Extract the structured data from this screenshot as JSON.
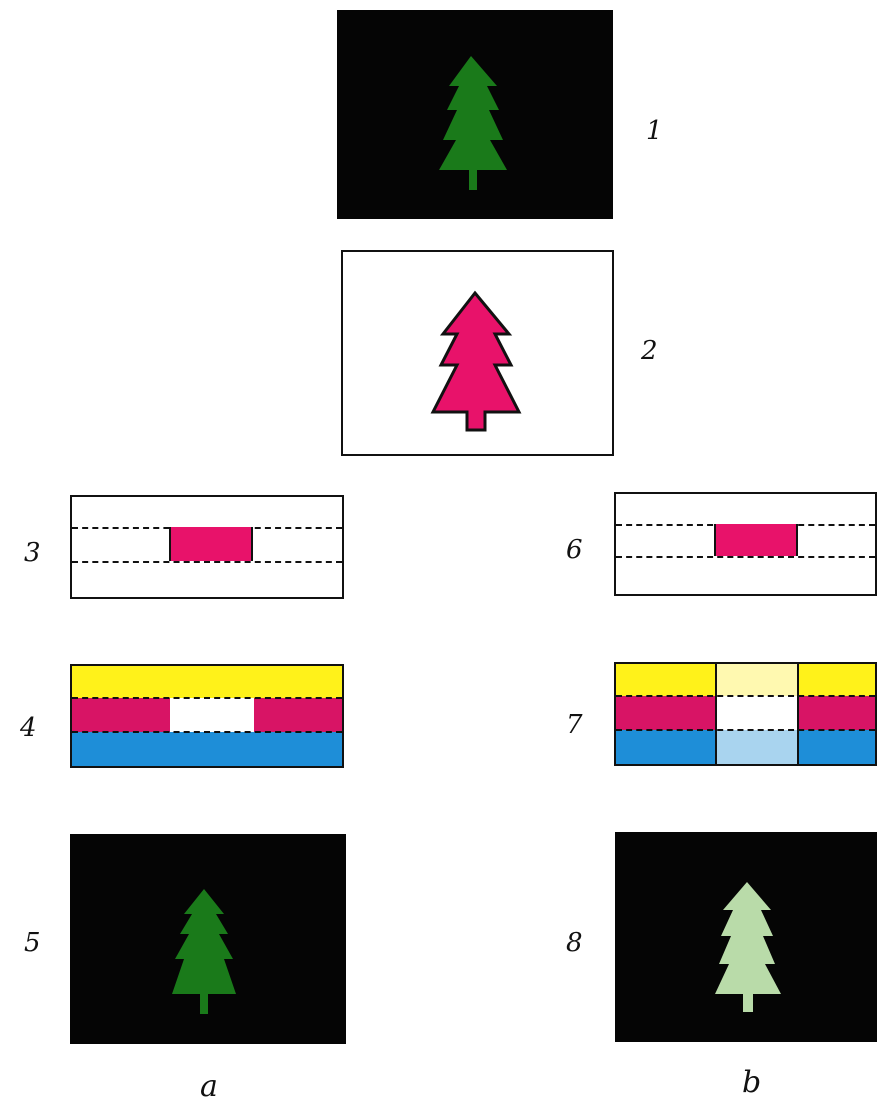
{
  "labels": {
    "l1": "1",
    "l2": "2",
    "l3": "3",
    "l4": "4",
    "l5": "5",
    "l6": "6",
    "l7": "7",
    "l8": "8"
  },
  "captions": {
    "a": "a",
    "b": "b"
  },
  "colors": {
    "background_dark": "#050505",
    "tree_green": "#1a7a1a",
    "tree_magenta": "#e8126a",
    "tree_pale_green": "#b9dba9",
    "yellow": "#fff21a",
    "magenta": "#d81465",
    "cyan": "#1e8ed8",
    "pale_yellow": "#fff9b0",
    "pale_cyan": "#a9d4ef"
  }
}
